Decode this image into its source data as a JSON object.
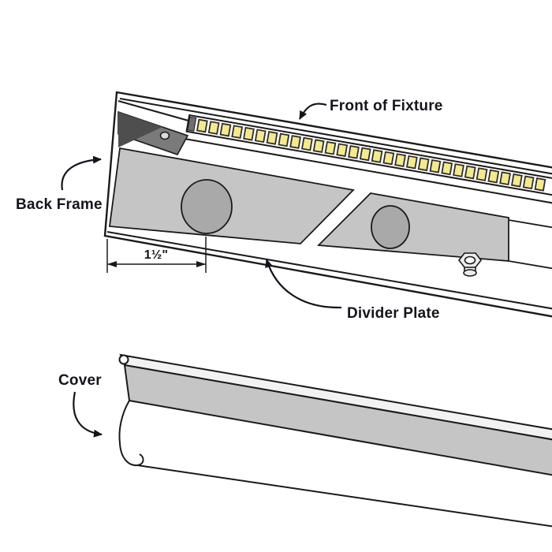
{
  "labels": {
    "front_of_fixture": "Front of Fixture",
    "back_frame": "Back Frame",
    "divider_plate": "Divider Plate",
    "cover": "Cover",
    "dimension": "1½\""
  },
  "fixture": {
    "led_count": 30
  },
  "colors": {
    "outline": "#1a1a1a",
    "label_text": "#14141c",
    "panel_gray": "#c5c5c5",
    "hole_gray": "#a9a9a9",
    "endcap_gray": "#7a7a7a",
    "endcap_dark": "#4e4e4e",
    "led_yellow": "#f4e98c",
    "led_border": "#2e2e2e",
    "background": "#ffffff"
  }
}
